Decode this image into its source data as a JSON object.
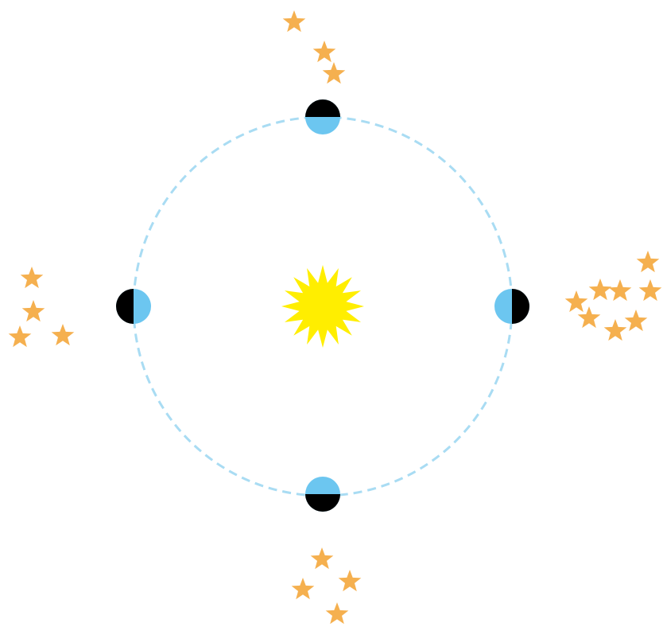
{
  "diagram": {
    "colors": {
      "background": "#ffffff",
      "orbit": "#a9dcf3",
      "sun": "#ffee00",
      "planet_day": "#6cc6f0",
      "planet_night": "#000000",
      "star": "#f5b04f"
    },
    "sun": {
      "icon": "sun-icon",
      "rays": 16
    },
    "orbit": {
      "style": "dashed"
    },
    "planets": [
      {
        "id": "top",
        "position": "top",
        "lit_side": "bottom"
      },
      {
        "id": "right",
        "position": "right",
        "lit_side": "left"
      },
      {
        "id": "bottom",
        "position": "bottom",
        "lit_side": "top"
      },
      {
        "id": "left",
        "position": "left",
        "lit_side": "right"
      }
    ],
    "star_clusters": [
      {
        "id": "top",
        "count": 3
      },
      {
        "id": "right",
        "count": 8
      },
      {
        "id": "bottom",
        "count": 4
      },
      {
        "id": "left",
        "count": 4
      }
    ],
    "star_icon": "star-icon"
  }
}
